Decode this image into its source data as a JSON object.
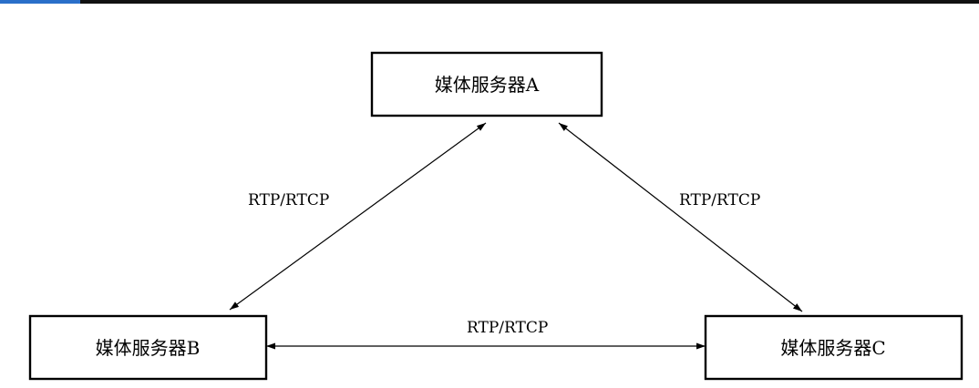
{
  "header": {
    "bar_color": "#111111",
    "accent_color": "#2a6fc9"
  },
  "diagram": {
    "nodes": {
      "a": {
        "label": "媒体服务器A"
      },
      "b": {
        "label": "媒体服务器B"
      },
      "c": {
        "label": "媒体服务器C"
      }
    },
    "edges": {
      "a_b": {
        "label": "RTP/RTCP",
        "bidirectional": true
      },
      "a_c": {
        "label": "RTP/RTCP",
        "bidirectional": true
      },
      "b_c": {
        "label": "RTP/RTCP",
        "bidirectional": true
      }
    }
  }
}
